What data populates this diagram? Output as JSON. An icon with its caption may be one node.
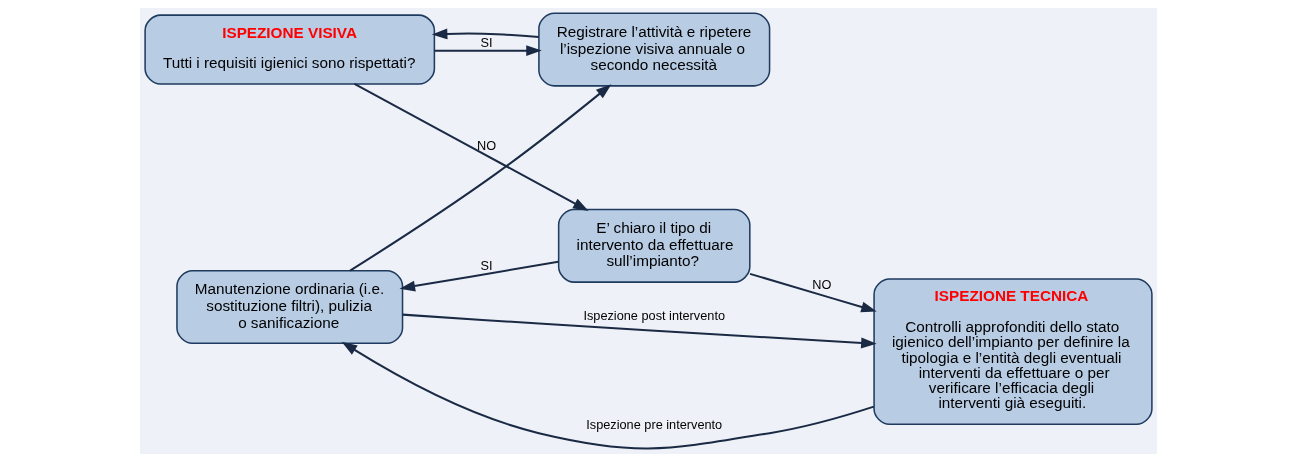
{
  "diagram": {
    "nodes": [
      {
        "text": [
          "ISPEZIONE VISIVA",
          "Tutti i requisiti igienici sono rispettati?"
        ]
      },
      {
        "text": [
          "Registrare l’attività e ripetere l’ispezione visiva annuale o secondo necessità"
        ]
      },
      {
        "text": [
          "E’ chiaro il tipo di intervento da effettuare sull’impianto?"
        ]
      },
      {
        "text": [
          "Manutenzione ordinaria (i.e. sostituzione filtri), pulizia o sanificazione"
        ]
      },
      {
        "text": [
          "ISPEZIONE TECNICA",
          "Controlli approfonditi dello stato igienico dell’impianto per definire la tipologia e l’entità degli eventuali interventi da effettuare o per verificare l’efficacia degli interventi già eseguiti."
        ]
      }
    ],
    "edges": [
      {
        "from": 1,
        "to": 0,
        "arrow": "to"
      },
      {
        "from": 0,
        "to": 1,
        "arrow": "to",
        "label": "SI"
      },
      {
        "from": 0,
        "to": 2,
        "arrow": "to",
        "label": "NO"
      },
      {
        "from": 3,
        "to": 1,
        "arrow": "to"
      },
      {
        "from": 2,
        "to": 3,
        "arrow": "to",
        "label": "SI"
      },
      {
        "from": 2,
        "to": 4,
        "arrow": "to",
        "label": "NO"
      },
      {
        "from": 4,
        "to": 3,
        "arrow": "to",
        "label": "Ispezione pre intervento"
      },
      {
        "from": 3,
        "to": 4,
        "arrow": "to",
        "label": "Ispezione post intervento"
      }
    ]
  }
}
